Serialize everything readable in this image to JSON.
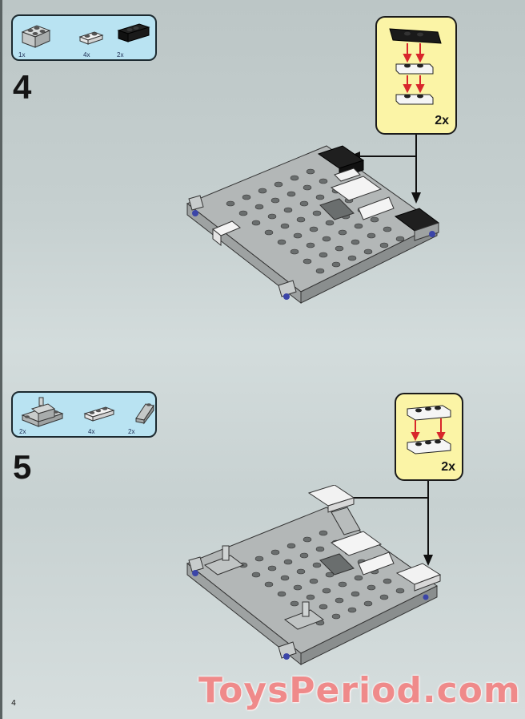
{
  "page": {
    "page_number": "4",
    "watermark": "ToysPeriod.com",
    "background_color": "#c9d3d3"
  },
  "steps": [
    {
      "number": "4",
      "parts": [
        {
          "name": "2x2 light gray brick",
          "qty": "1x"
        },
        {
          "name": "1x2 white plate",
          "qty": "4x"
        },
        {
          "name": "1x4 black bracket plate",
          "qty": "2x"
        }
      ],
      "sub_assembly": {
        "multiplier": "2x",
        "description": "black bracket on two stacked 1x2 white plates"
      }
    },
    {
      "number": "5",
      "parts": [
        {
          "name": "2x4 light gray brick with pin",
          "qty": "2x"
        },
        {
          "name": "1x3 white plate",
          "qty": "4x"
        },
        {
          "name": "1x2 light gray slope",
          "qty": "2x"
        }
      ],
      "sub_assembly": {
        "multiplier": "2x",
        "description": "two stacked 1x3 white plates"
      }
    }
  ],
  "colors": {
    "parts_box_bg": "#b9e3f2",
    "callout_bg": "#fbf4a6",
    "arrow_red": "#d8262b",
    "watermark": "#ef8a8a"
  }
}
